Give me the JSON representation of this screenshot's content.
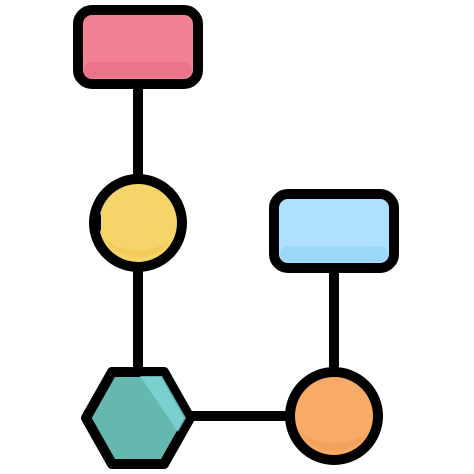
{
  "colors": {
    "stroke": "#000000",
    "top_rect_fill": "#f28293",
    "top_rect_shade": "#e56a7f",
    "circle_left_fill": "#f5d469",
    "circle_left_shade": "#efc250",
    "right_rect_fill": "#aee0ff",
    "right_rect_shade": "#8fd0f5",
    "hexagon_fill": "#64b8b0",
    "hexagon_highlight": "#7ed6d6",
    "circle_right_fill": "#f7ab66",
    "circle_right_shade": "#ef9a50",
    "background": "#ffffff"
  },
  "icons": {
    "top_node": "rounded-rectangle",
    "middle_node": "circle",
    "bottom_left_node": "hexagon",
    "bottom_right_node": "circle",
    "right_node": "rounded-rectangle"
  }
}
